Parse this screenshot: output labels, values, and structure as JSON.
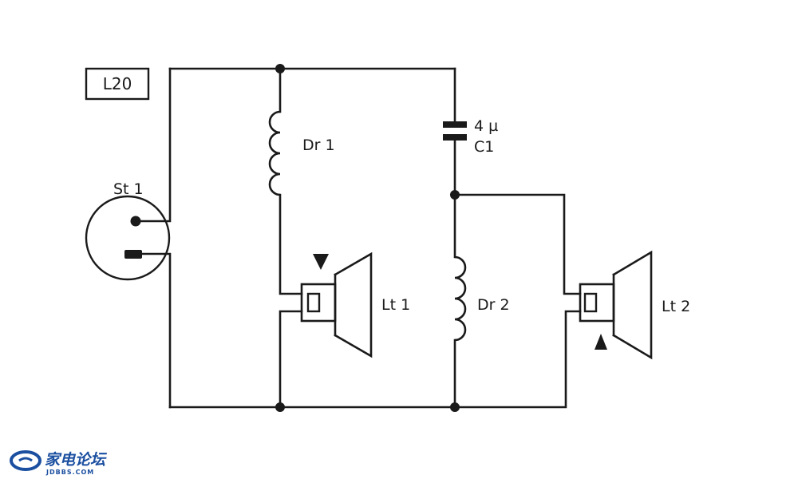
{
  "diagram": {
    "model_label": "L20",
    "connector_label": "St 1",
    "inductor1_label": "Dr 1",
    "inductor2_label": "Dr 2",
    "capacitor_value": "4 µ",
    "capacitor_label": "C1",
    "speaker1_label": "Lt 1",
    "speaker2_label": "Lt 2"
  },
  "watermark": {
    "name_cn": "家电论坛",
    "domain": "JDBBS.COM",
    "color": "#1b4fa0"
  }
}
